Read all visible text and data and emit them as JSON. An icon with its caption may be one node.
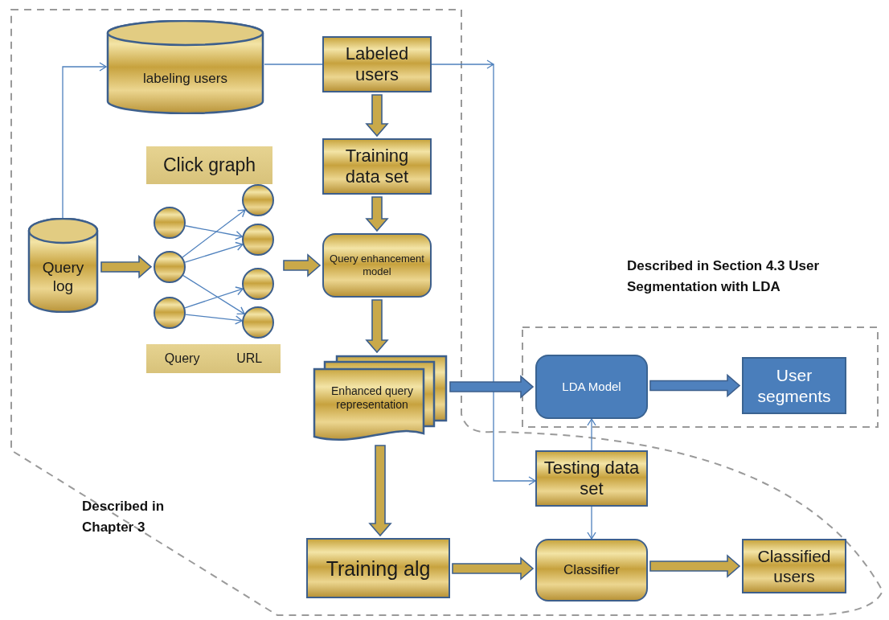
{
  "diagram": {
    "nodes": [
      {
        "text": [
          "Query log"
        ]
      },
      {
        "text": [
          "labeling users"
        ]
      },
      {
        "text": [
          "Labeled users"
        ]
      },
      {
        "text": [
          "Training data set"
        ]
      },
      {
        "text": [
          "Click graph"
        ]
      },
      {
        "text": [],
        "shape": "circle"
      },
      {
        "text": [],
        "shape": "circle"
      },
      {
        "text": [],
        "shape": "circle"
      },
      {
        "text": [],
        "shape": "circle"
      },
      {
        "text": [],
        "shape": "circle"
      },
      {
        "text": [],
        "shape": "circle"
      },
      {
        "text": [],
        "shape": "circle"
      },
      {
        "text": [
          "Query",
          "URL"
        ]
      },
      {
        "text": [
          "Query enhancement model"
        ]
      },
      {
        "text": [
          "Enhanced query representation"
        ]
      },
      {
        "text": [
          "LDA Model"
        ]
      },
      {
        "text": [
          "User segments"
        ]
      },
      {
        "text": [
          "Testing data set"
        ]
      },
      {
        "text": [
          "Training alg"
        ]
      },
      {
        "text": [
          "Classifier"
        ]
      },
      {
        "text": [
          "Classified users"
        ]
      }
    ],
    "edges": [
      {
        "from": 0,
        "to": 1,
        "arrow": "to"
      },
      {
        "from": 1,
        "to": 2,
        "arrow": "none"
      },
      {
        "from": 2,
        "to": 17,
        "arrow": "to"
      },
      {
        "from": 2,
        "to": 3,
        "arrow": "to",
        "style": "thick",
        "color": "#c9a94a"
      },
      {
        "from": 3,
        "to": 13,
        "arrow": "to",
        "style": "thick",
        "color": "#c9a94a"
      },
      {
        "from": 0,
        "to": 6,
        "arrow": "to",
        "style": "thick",
        "color": "#c9a94a"
      },
      {
        "from": null,
        "to": 13,
        "arrow": "to",
        "style": "thick",
        "color": "#c9a94a"
      },
      {
        "from": 5,
        "to": 9,
        "arrow": "to"
      },
      {
        "from": 6,
        "to": 8,
        "arrow": "to"
      },
      {
        "from": 6,
        "to": 9,
        "arrow": "to"
      },
      {
        "from": 6,
        "to": 11,
        "arrow": "to"
      },
      {
        "from": 7,
        "to": 10,
        "arrow": "to"
      },
      {
        "from": 7,
        "to": 11,
        "arrow": "to"
      },
      {
        "from": 13,
        "to": 14,
        "arrow": "to",
        "style": "thick",
        "color": "#c9a94a"
      },
      {
        "from": 14,
        "to": 18,
        "arrow": "to",
        "style": "thick",
        "color": "#c9a94a"
      },
      {
        "from": 14,
        "to": 15,
        "arrow": "to",
        "style": "thick"
      },
      {
        "from": 15,
        "to": 16,
        "arrow": "to",
        "style": "thick"
      },
      {
        "from": 17,
        "to": 15,
        "arrow": "to"
      },
      {
        "from": 17,
        "to": 19,
        "arrow": "to"
      },
      {
        "from": 18,
        "to": 19,
        "arrow": "to",
        "style": "thick",
        "color": "#c9a94a"
      },
      {
        "from": 19,
        "to": 20,
        "arrow": "to",
        "style": "thick",
        "color": "#c9a94a"
      }
    ],
    "labels": [
      "Described in Section 4.3 User Segmentation with LDA",
      "Described in Chapter 3"
    ]
  }
}
